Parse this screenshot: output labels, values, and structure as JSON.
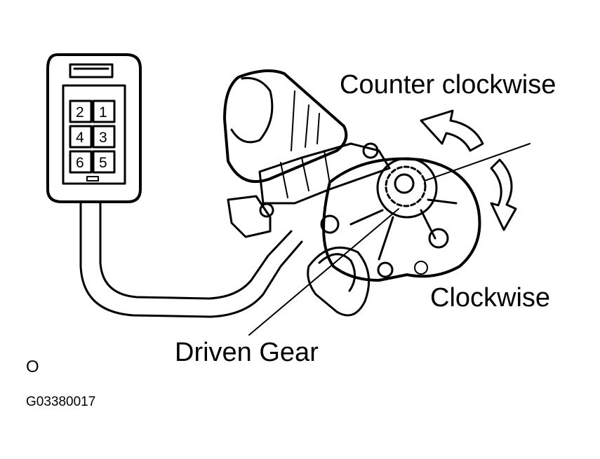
{
  "labels": {
    "counter_clockwise": "Counter clockwise",
    "clockwise": "Clockwise",
    "driven_gear": "Driven Gear",
    "mark": "O",
    "figure_code": "G03380017"
  },
  "connector": {
    "pins": [
      "2",
      "1",
      "4",
      "3",
      "6",
      "5"
    ]
  },
  "colors": {
    "line": "#000000",
    "background": "#ffffff"
  }
}
